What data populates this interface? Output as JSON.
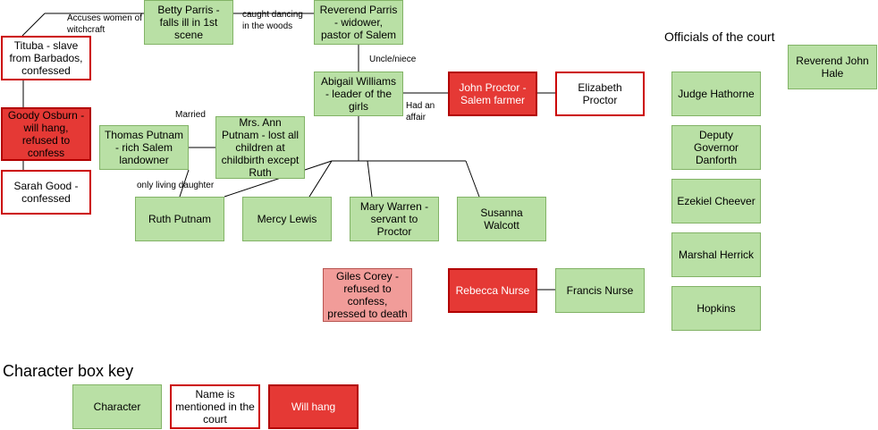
{
  "nodes": {
    "betty": "Betty Parris - falls ill in 1st scene",
    "reverend_parris": "Reverend Parris - widower, pastor of Salem",
    "tituba": "Tituba - slave from Barbados, confessed",
    "goody_osburn": "Goody Osburn - will hang, refused to confess",
    "sarah_good": "Sarah Good - confessed",
    "abigail": "Abigail Williams - leader of the girls",
    "john_proctor": "John Proctor - Salem farmer",
    "elizabeth_proctor": "Elizabeth Proctor",
    "thomas_putnam": "Thomas Putnam - rich Salem landowner",
    "ann_putnam": "Mrs. Ann Putnam - lost all children at childbirth except Ruth",
    "ruth_putnam": "Ruth Putnam",
    "mercy_lewis": "Mercy Lewis",
    "mary_warren": "Mary Warren - servant to Proctor",
    "susanna_walcott": "Susanna Walcott",
    "giles_corey": "Giles Corey - refused to confess, pressed to death",
    "rebecca_nurse": "Rebecca Nurse",
    "francis_nurse": "Francis Nurse"
  },
  "relations": {
    "accuses": "Accuses women of witchcraft",
    "caught": "caught dancing in the woods",
    "uncle_niece": "Uncle/niece",
    "affair": "Had an affair",
    "married": "Married",
    "only_daughter": "only living daughter"
  },
  "officials": {
    "heading": "Officials of the court",
    "hale": "Reverend John Hale",
    "hathorne": "Judge Hathorne",
    "danforth": "Deputy Governor Danforth",
    "cheever": "Ezekiel Cheever",
    "herrick": "Marshal Herrick",
    "hopkins": "Hopkins"
  },
  "key": {
    "heading": "Character box key",
    "character": "Character",
    "mentioned": "Name is mentioned in the court",
    "will_hang": "Will hang"
  },
  "colors": {
    "character_fill": "#b9e0a5",
    "mentioned_border": "#cc0000",
    "will_hang_fill": "#e53935",
    "pressed_fill": "#f19c99"
  }
}
